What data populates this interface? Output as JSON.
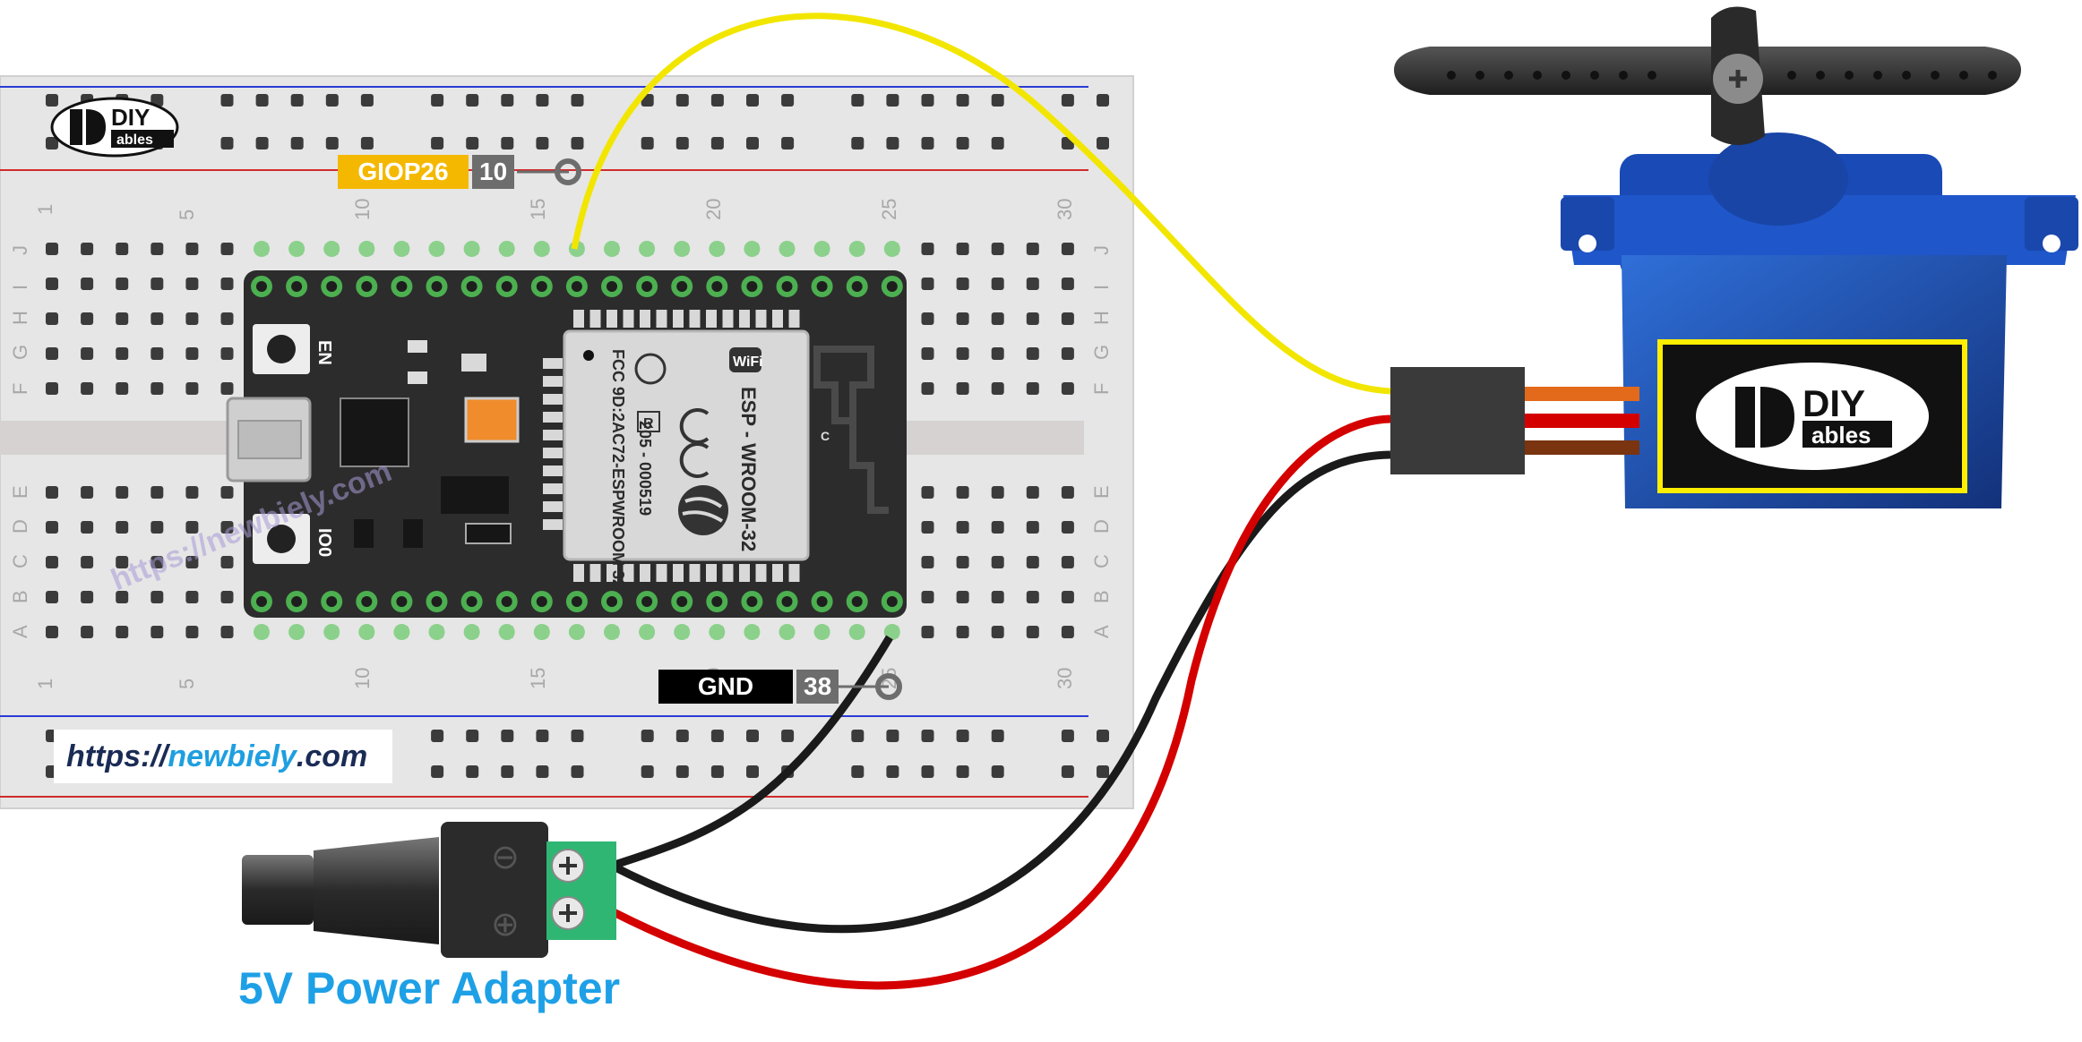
{
  "pins": {
    "signal": {
      "name": "GIOP26",
      "number": "10"
    },
    "ground": {
      "name": "GND",
      "number": "38"
    }
  },
  "module": {
    "button_en": "EN",
    "button_io0": "IO0",
    "chip_line1": "ESP - WROOM-32",
    "chip_line2": "205 - 000519",
    "chip_line3": "FCC 9D:2AC72-ESPWROOM 32",
    "wifi_badge": "WiFi",
    "chip_r": "R",
    "antenna_c": "C"
  },
  "breadboard": {
    "column_numbers": [
      "1",
      "5",
      "10",
      "15",
      "20",
      "25",
      "30"
    ],
    "rows_top": [
      "J",
      "I",
      "H",
      "G",
      "F"
    ],
    "rows_bottom": [
      "E",
      "D",
      "C",
      "B",
      "A"
    ]
  },
  "brand": {
    "logo_top": "DIY",
    "logo_bottom": "ables"
  },
  "watermark": {
    "prefix": "https://",
    "domain": "newbiely",
    "suffix": ".com"
  },
  "watermark_faint": "https://newbiely.com",
  "adapter": {
    "label": "5V Power Adapter",
    "minus": "⊖",
    "plus": "⊕"
  },
  "colors": {
    "signal_wire": "#f2e600",
    "power_wire": "#d40000",
    "ground_wire": "#1a1a1a",
    "servo_body": "#1f4fae",
    "terminal": "#2fb673",
    "accent_label": "#1ea0e6"
  }
}
